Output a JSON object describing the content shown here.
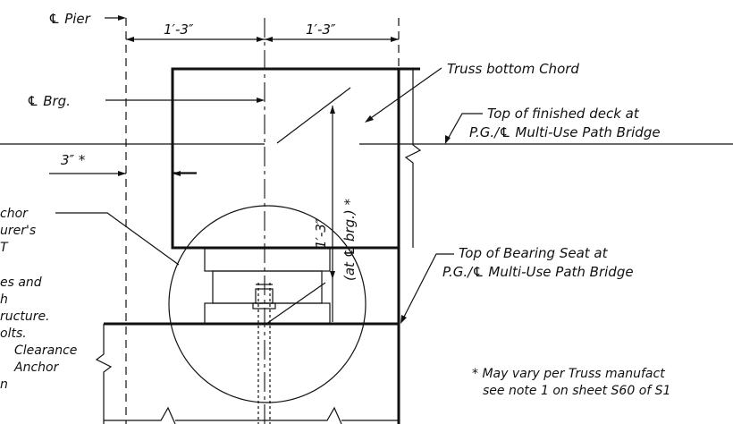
{
  "labels": {
    "cl_pier": "℄ Pier",
    "dim_left": "1′-3″",
    "dim_right": "1′-3″",
    "cl_brg": "℄ Brg.",
    "dim_3in": "3″ *",
    "truss_bottom_chord": "Truss bottom Chord",
    "top_finished_deck_1": "Top of finished deck at",
    "top_finished_deck_2": "P.G./℄ Multi-Use Path Bridge",
    "vert_dim_1": "1′-3″",
    "vert_dim_2": "(at ℄ brg.) *",
    "top_bearing_seat_1": "Top of Bearing Seat at",
    "top_bearing_seat_2": "P.G./℄ Multi-Use Path Bridge",
    "note_1": "* May vary per Truss manufact",
    "note_2": "see note 1 on sheet S60 of S1"
  },
  "left_notes": [
    "chor",
    "urer's",
    "T",
    "es and",
    "h",
    "ructure.",
    "olts.",
    "Clearance",
    "Anchor",
    "n"
  ]
}
